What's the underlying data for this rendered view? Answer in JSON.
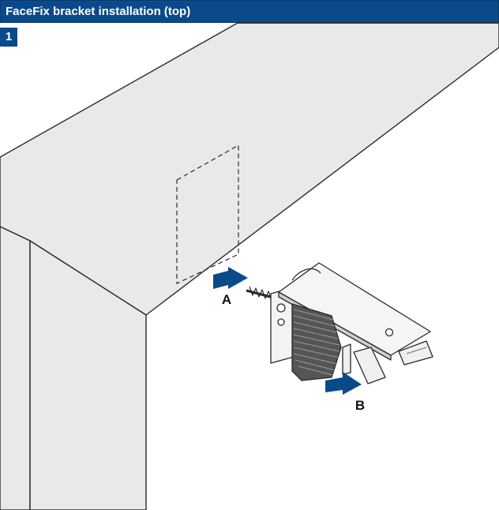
{
  "header": {
    "title": "FaceFix bracket installation (top)"
  },
  "step": {
    "number": "1"
  },
  "labels": {
    "a": "A",
    "b": "B"
  },
  "colors": {
    "header_bg": "#0b4a8a",
    "arrow": "#0b4a8a",
    "frame_fill": "#e9e9e9",
    "line": "#2a2a2a"
  },
  "icons": {
    "arrow_a": "push-arrow-icon",
    "arrow_b": "push-arrow-icon"
  }
}
